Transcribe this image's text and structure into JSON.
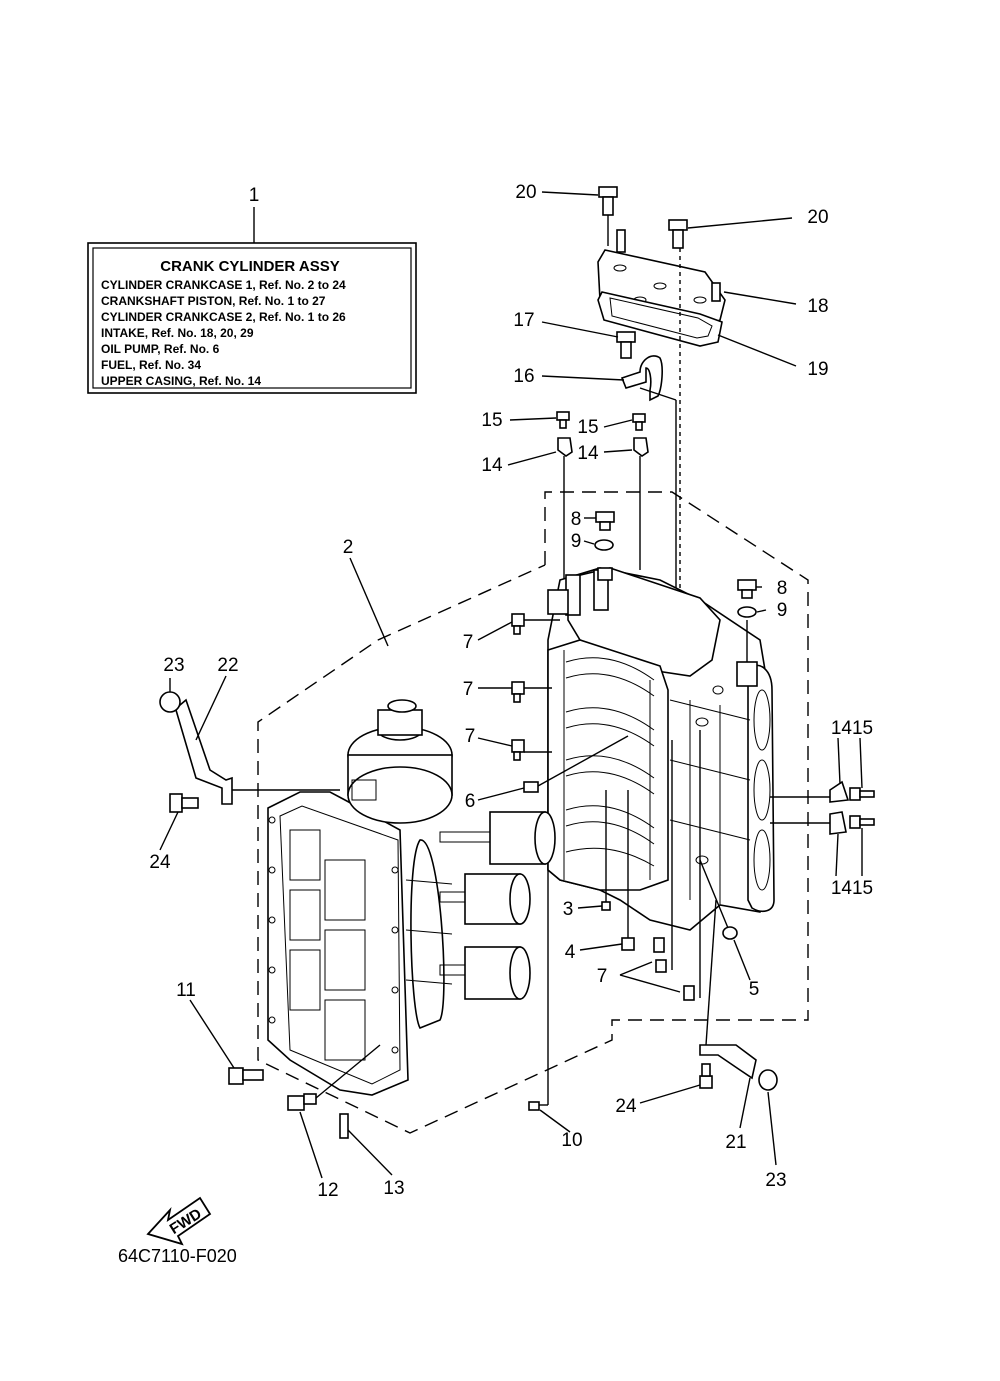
{
  "assembly_box": {
    "callout": "1",
    "title": "CRANK CYLINDER ASSY",
    "lines": [
      "CYLINDER CRANKCASE 1,  Ref. No. 2 to 24",
      "CRANKSHAFT PISTON,  Ref. No. 1 to 27",
      "CYLINDER CRANKCASE 2,  Ref. No. 1 to 26",
      "INTAKE,  Ref. No. 18, 20, 29",
      "OIL PUMP,  Ref. No. 6",
      "FUEL,  Ref. No. 34",
      "UPPER CASING,  Ref. No. 14"
    ]
  },
  "callouts": [
    {
      "id": "c20a",
      "text": "20"
    },
    {
      "id": "c20b",
      "text": "20"
    },
    {
      "id": "c18",
      "text": "18"
    },
    {
      "id": "c17",
      "text": "17"
    },
    {
      "id": "c19",
      "text": "19"
    },
    {
      "id": "c16",
      "text": "16"
    },
    {
      "id": "c15a",
      "text": "15"
    },
    {
      "id": "c15b",
      "text": "15"
    },
    {
      "id": "c14a",
      "text": "14"
    },
    {
      "id": "c14b",
      "text": "14"
    },
    {
      "id": "c8a",
      "text": "8"
    },
    {
      "id": "c9a",
      "text": "9"
    },
    {
      "id": "c8b",
      "text": "8"
    },
    {
      "id": "c9b",
      "text": "9"
    },
    {
      "id": "c2",
      "text": "2"
    },
    {
      "id": "c7a",
      "text": "7"
    },
    {
      "id": "c7b",
      "text": "7"
    },
    {
      "id": "c7c",
      "text": "7"
    },
    {
      "id": "c7d",
      "text": "7"
    },
    {
      "id": "c23a",
      "text": "23"
    },
    {
      "id": "c22",
      "text": "22"
    },
    {
      "id": "c24a",
      "text": "24"
    },
    {
      "id": "c6",
      "text": "6"
    },
    {
      "id": "c1415a",
      "text": "1415"
    },
    {
      "id": "c1415b",
      "text": "1415"
    },
    {
      "id": "c3",
      "text": "3"
    },
    {
      "id": "c4",
      "text": "4"
    },
    {
      "id": "c5",
      "text": "5"
    },
    {
      "id": "c11",
      "text": "11"
    },
    {
      "id": "c24b",
      "text": "24"
    },
    {
      "id": "c10",
      "text": "10"
    },
    {
      "id": "c21",
      "text": "21"
    },
    {
      "id": "c12",
      "text": "12"
    },
    {
      "id": "c13",
      "text": "13"
    },
    {
      "id": "c23b",
      "text": "23"
    }
  ],
  "fwd_label": "FWD",
  "diagram_code": "64C7110-F020"
}
